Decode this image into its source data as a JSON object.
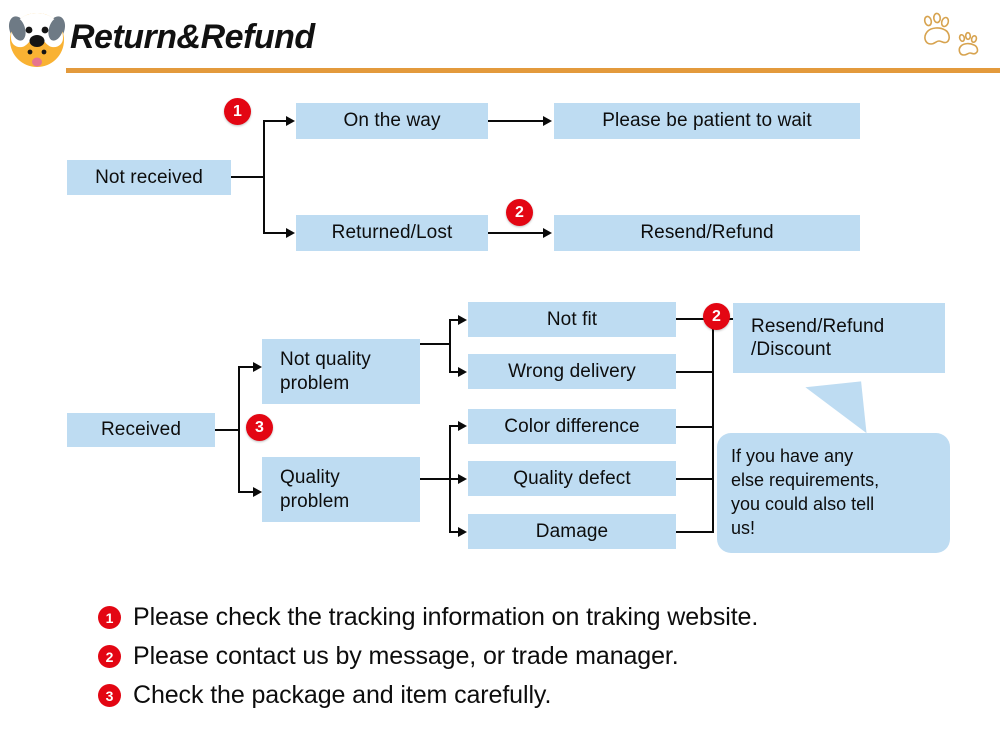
{
  "header": {
    "brand_title": "Return&Refund",
    "logo_icon": "dog-face-icon",
    "paw_icon": "paw-prints-icon",
    "rule_color": "#e39a3c"
  },
  "theme": {
    "box_fill": "#bedcf2",
    "badge_color": "#e30613",
    "line_color": "#0a0a0a",
    "text_color": "#0d0d0d"
  },
  "flow_not_received": {
    "root": "Not received",
    "branch_badge": "1",
    "branches": [
      {
        "label": "On the way",
        "result": "Please be patient to wait",
        "result_badge": null
      },
      {
        "label": "Returned/Lost",
        "result": "Resend/Refund",
        "result_badge": "2"
      }
    ]
  },
  "flow_received": {
    "root": "Received",
    "branch_badge": "3",
    "categories": [
      {
        "label": "Not quality\nproblem",
        "label_line1": "Not quality",
        "label_line2": "problem",
        "reasons": [
          "Not fit",
          "Wrong delivery"
        ]
      },
      {
        "label": "Quality\nproblem",
        "label_line1": "Quality",
        "label_line2": "problem",
        "reasons": [
          "Color difference",
          "Quality defect",
          "Damage"
        ]
      }
    ],
    "outcome": {
      "line1": "Resend/Refund",
      "line2": "/Discount",
      "badge": "2"
    },
    "bubble": {
      "line1": "If you have any",
      "line2": "else requirements,",
      "line3": "you could also tell",
      "line4": "us!"
    }
  },
  "notes": [
    {
      "number": "1",
      "text": "Please check the tracking information on traking website."
    },
    {
      "number": "2",
      "text": "Please contact us by message, or trade manager."
    },
    {
      "number": "3",
      "text": "Check the package and item carefully."
    }
  ]
}
